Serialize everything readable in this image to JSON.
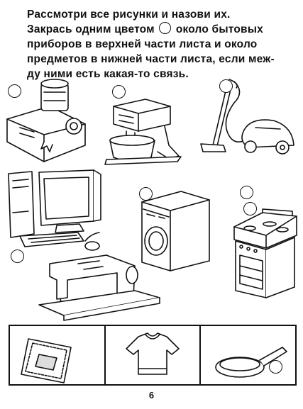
{
  "instructions": {
    "line1": "Рассмотри все рисунки и назови их.",
    "line2a": "Закрась одним цветом",
    "line2b": "около бытовых",
    "line3": "приборов в верхней части листа и около",
    "line4": "предметов в нижней части листа, если меж-",
    "line5": "ду ними есть какая-то связь."
  },
  "pictures": {
    "top": [
      "meat-grinder",
      "mixer",
      "vacuum-cleaner",
      "computer",
      "washing-machine",
      "stove",
      "sewing-machine"
    ],
    "bottom": [
      "napkin",
      "sweater",
      "frying-pan"
    ]
  },
  "page_number": "6"
}
